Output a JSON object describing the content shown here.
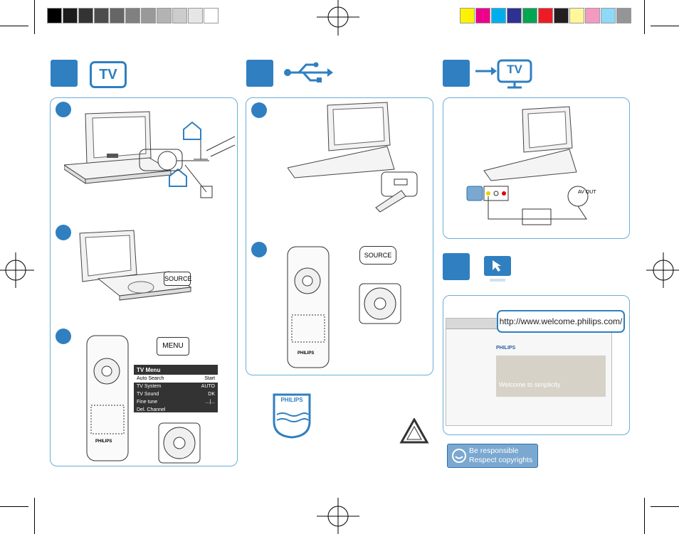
{
  "colors": {
    "accent": "#2f7fc1",
    "panel_border": "#6aaed6"
  },
  "swatches_gray": [
    "#000000",
    "#1c1c1c",
    "#333333",
    "#4d4d4d",
    "#666666",
    "#808080",
    "#999999",
    "#b3b3b3",
    "#cccccc",
    "#e6e6e6",
    "#ffffff"
  ],
  "swatches_color": [
    "#fff200",
    "#ec008c",
    "#00aeef",
    "#2e3192",
    "#00a651",
    "#ed1c24",
    "#231f20",
    "#fff799",
    "#f49ac1",
    "#8ed8f8",
    "#939598"
  ],
  "section_tv": {
    "icon_text": "TV",
    "source_label": "SOURCE",
    "menu_label": "MENU",
    "menu": {
      "title": "TV Menu",
      "rows": [
        {
          "label": "Auto Search",
          "value": "Start"
        },
        {
          "label": "TV System",
          "value": "AUTO"
        },
        {
          "label": "TV Sound",
          "value": "DK"
        },
        {
          "label": "Fine tune",
          "value": "...|..."
        },
        {
          "label": "Del. Channel",
          "value": ""
        }
      ]
    }
  },
  "section_usb": {
    "source_label": "SOURCE"
  },
  "section_tvout": {
    "icon_text": "TV",
    "avout_label": "AV OUT"
  },
  "section_web": {
    "url": "http://www.welcome.philips.com/",
    "site_caption": "Welcome to simplicity"
  },
  "brand": {
    "name": "PHILIPS",
    "remote_brand": "PHILIPS",
    "device_brand": "PHILIPS"
  },
  "responsible": {
    "line1": "Be responsible",
    "line2": "Respect copyrights"
  },
  "icons": [
    "tv-icon",
    "usb-icon",
    "tv-out-icon",
    "monitor-cursor-icon",
    "recycle-icon",
    "philips-shield-icon",
    "antenna-icon",
    "house-icon"
  ]
}
